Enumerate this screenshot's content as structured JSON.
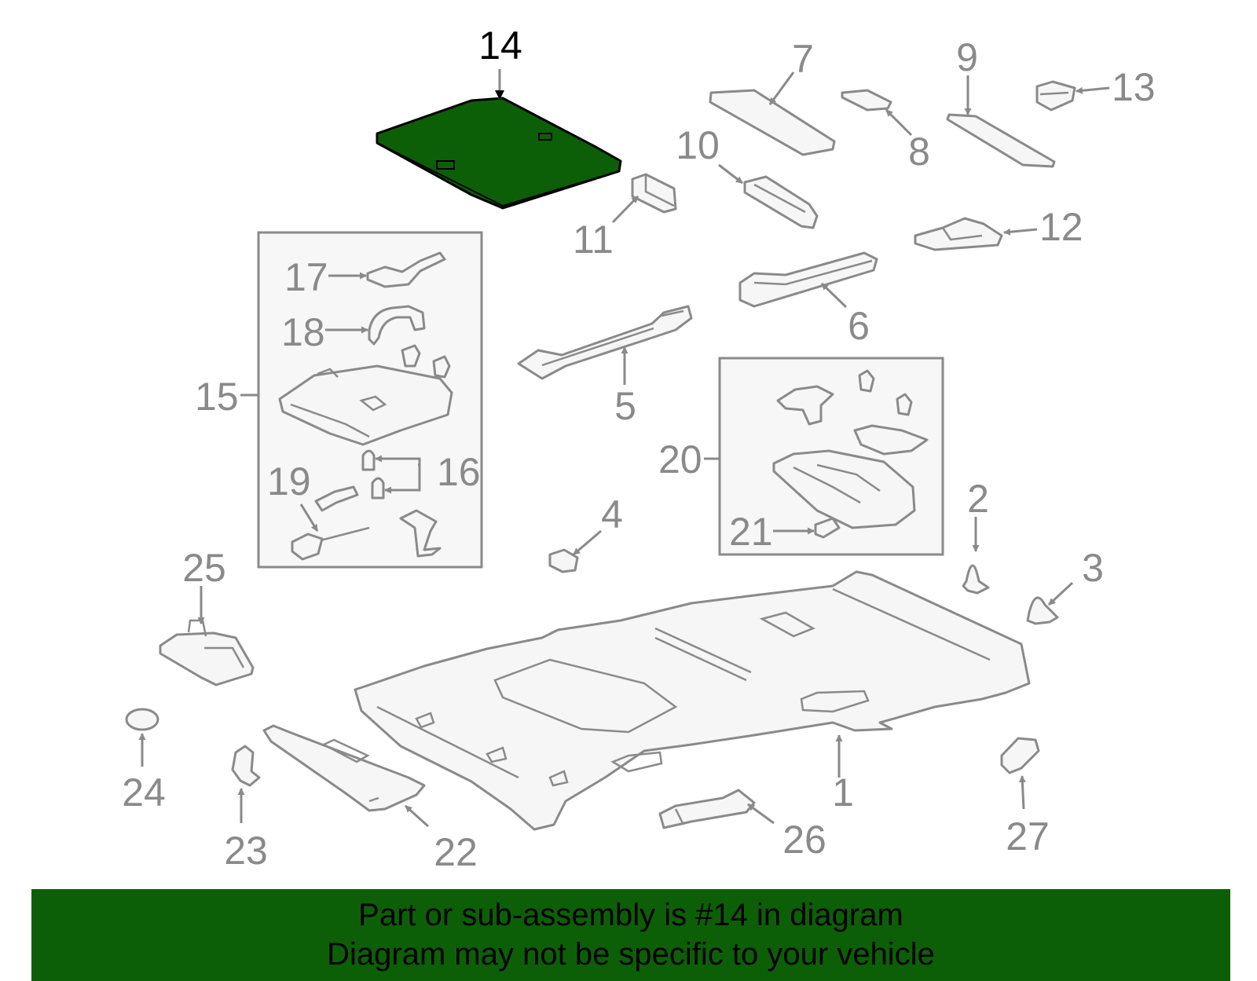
{
  "diagram": {
    "highlight_color": "#0d5f07",
    "highlighted_part": "14",
    "callouts": {
      "c1": "1",
      "c2": "2",
      "c3": "3",
      "c4": "4",
      "c5": "5",
      "c6": "6",
      "c7": "7",
      "c8": "8",
      "c9": "9",
      "c10": "10",
      "c11": "11",
      "c12": "12",
      "c13": "13",
      "c14": "14",
      "c15": "15",
      "c16": "16",
      "c17": "17",
      "c18": "18",
      "c19": "19",
      "c20": "20",
      "c21": "21",
      "c22": "22",
      "c23": "23",
      "c24": "24",
      "c25": "25",
      "c26": "26",
      "c27": "27"
    }
  },
  "banner": {
    "line1": "Part or sub-assembly is #14 in diagram",
    "line2": "Diagram may not be specific to your vehicle",
    "background": "#0d5f07"
  }
}
